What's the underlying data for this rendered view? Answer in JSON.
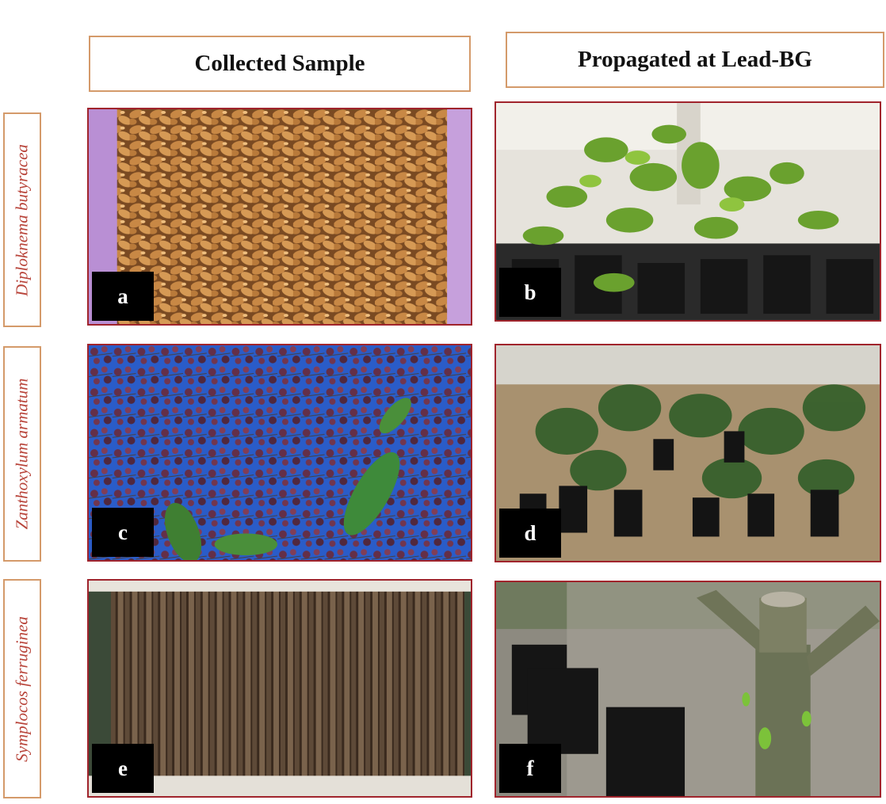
{
  "headers": {
    "collected": "Collected Sample",
    "propagated": "Propagated at Lead-BG"
  },
  "species": [
    "Diploknema butyracea",
    "Zanthoxylum armatum",
    "Symplocos ferruginea"
  ],
  "panels": {
    "a": "a",
    "b": "b",
    "c": "c",
    "d": "d",
    "e": "e",
    "f": "f"
  },
  "colors": {
    "header_border": "#d49a6a",
    "panel_border": "#a0242c",
    "species_text": "#b8443a"
  }
}
